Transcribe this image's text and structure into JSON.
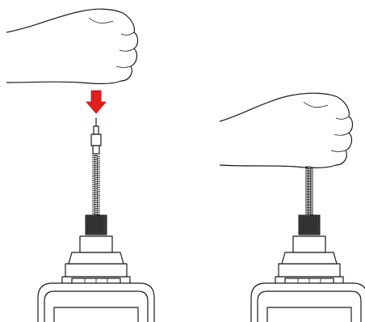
{
  "figure": {
    "panels": [
      {
        "id": "before",
        "state": "hand-above-probe"
      },
      {
        "id": "after",
        "state": "hand-pressing-probe"
      }
    ],
    "arrow_color": "#e0201b",
    "arrow_direction": "down",
    "line_color": "#1a1a1a",
    "probe_knob_color": "#3a3a3a"
  }
}
